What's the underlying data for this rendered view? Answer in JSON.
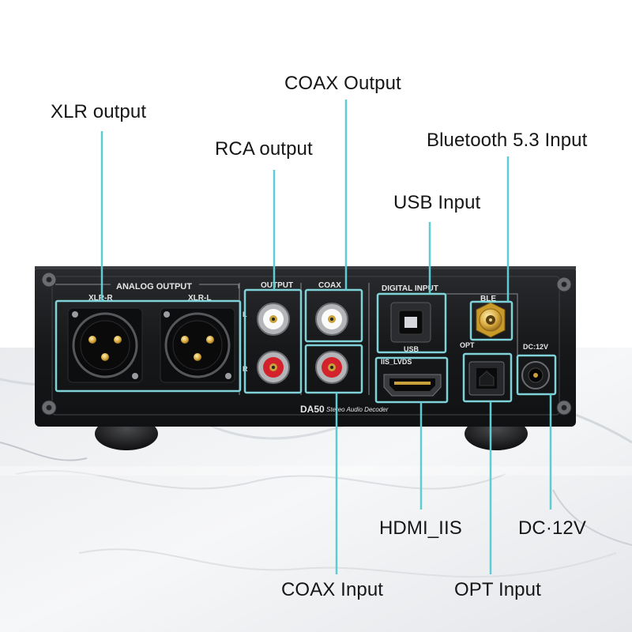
{
  "callouts": {
    "xlr_output": "XLR output",
    "rca_output": "RCA output",
    "coax_output": "COAX Output",
    "bluetooth_input": "Bluetooth 5.3 Input",
    "usb_input": "USB Input",
    "hdmi_iis": "HDMI_IIS",
    "dc_12v": "DC·12V",
    "coax_input": "COAX Input",
    "opt_input": "OPT Input"
  },
  "panel": {
    "analog_output": "ANALOG OUTPUT",
    "xlr_r": "XLR-R",
    "xlr_l": "XLR-L",
    "output": "OUTPUT",
    "coax": "COAX",
    "digital_input": "DIGITAL INPUT",
    "usb": "USB",
    "iis_lvds": "IIS_LVDS",
    "opt": "OPT",
    "ble": "BLE",
    "dc12v": "DC:12V",
    "rca_l": "L",
    "rca_r": "R",
    "model": "DA50",
    "description": "Stereo Audio Decoder"
  },
  "colors": {
    "callout_line": "#5fcbd3",
    "highlight": "#7fd3d8",
    "chassis": "#18191b"
  }
}
